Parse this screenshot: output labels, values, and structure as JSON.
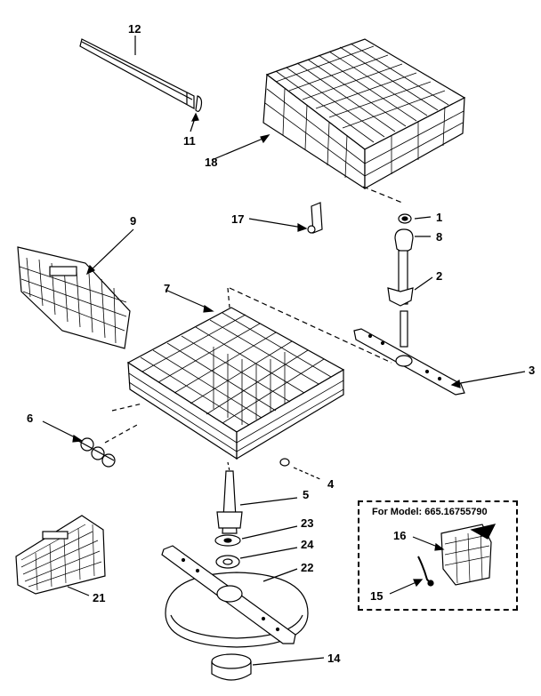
{
  "header_scrap": "",
  "model_note": "For Model: 665.16755790",
  "callouts": {
    "c1": "1",
    "c2": "2",
    "c3": "3",
    "c4": "4",
    "c5": "5",
    "c6": "6",
    "c7": "7",
    "c8": "8",
    "c9": "9",
    "c11": "11",
    "c12": "12",
    "c14": "14",
    "c15": "15",
    "c16": "16",
    "c17": "17",
    "c18": "18",
    "c21": "21",
    "c22": "22",
    "c23": "23",
    "c24": "24"
  },
  "parts_icons": [
    "rack-track-icon",
    "rack-stop-icon",
    "upper-rack-icon",
    "rack-clip-icon",
    "silverware-basket-icon",
    "lower-rack-icon",
    "roller-icon",
    "wheel-assembly-icon",
    "nut-icon",
    "hub-icon",
    "feed-tube-icon",
    "upper-spray-arm-icon",
    "lower-spray-tower-icon",
    "washer-icon",
    "bearing-icon",
    "lower-spray-arm-icon",
    "filter-icon",
    "seal-ring-icon",
    "cutlery-basket-icon",
    "clip-icon",
    "small-basket-icon"
  ]
}
